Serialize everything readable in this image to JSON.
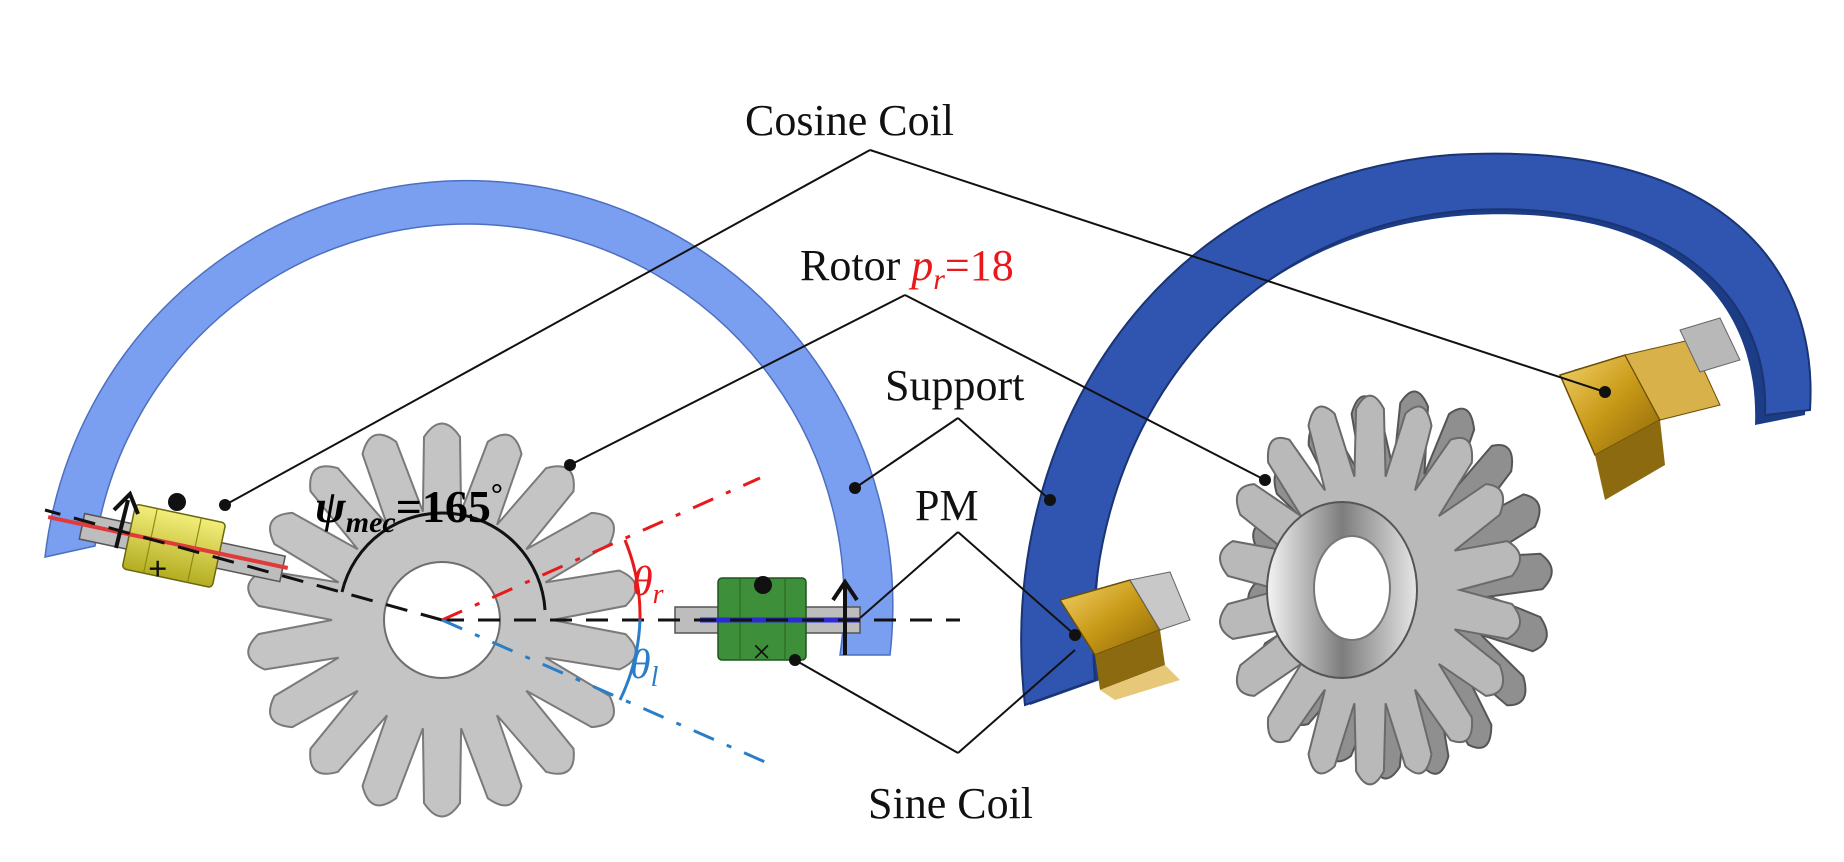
{
  "labels": {
    "cosine_coil": "Cosine Coil",
    "rotor_prefix": "Rotor ",
    "rotor_symbol": "p",
    "rotor_subscript": "r",
    "rotor_value": "=18",
    "support": "Support",
    "pm": "PM",
    "sine_coil": "Sine Coil"
  },
  "angle": {
    "symbol": "ψ",
    "subscript": "mec",
    "value": "=165",
    "unit": "°"
  },
  "theta": {
    "symbol": "θ",
    "sub_r": "r",
    "sub_l": "l"
  },
  "coil_marks": {
    "cross": "×",
    "plus": "+"
  },
  "colors": {
    "support_flat": "#7b9ff0",
    "support_3d": "#2f55b0",
    "support_3d_dark": "#1d3c86",
    "rotor": "#c4c4c4",
    "rotor_edge": "#7a7a7a",
    "cosine_coil": "#dcd63a",
    "sine_coil": "#3d8f3a",
    "pm_gold": "#c79a16",
    "theta_r": "#e8191b",
    "theta_l": "#2a7ec8",
    "rotor_value": "#e8191b"
  }
}
